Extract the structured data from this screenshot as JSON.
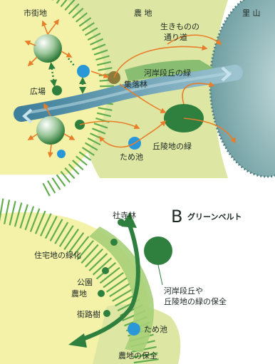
{
  "diagram_a": {
    "labels": {
      "city": "市街地",
      "farmland": "農 地",
      "satoyama": "里 山",
      "habitat_path_1": "生きものの",
      "habitat_path_2": "通り道",
      "plaza": "広場",
      "river_terrace_green": "河岸段丘の緑",
      "village_forest": "集落林",
      "hill_green": "丘陵地の緑",
      "pond": "ため池"
    }
  },
  "diagram_b": {
    "marker": "B",
    "title": "グリーンベルト",
    "labels": {
      "shrine_forest": "社寺林",
      "residential_green": "住宅地の緑化",
      "park": "公園",
      "farmland": "農地",
      "street_trees": "街路樹",
      "terrace_conservation_1": "河岸段丘や",
      "terrace_conservation_2": "丘陵地の緑の保全",
      "pond": "ため池",
      "farmland_conservation": "農地の保全"
    }
  },
  "colors": {
    "city_yellow": "#f4f1a8",
    "farm_green": "#dde7a3",
    "dark_green": "#2f7f3e",
    "river_blue": "#4f86a0",
    "satoyama_teal": "#8fb4b6",
    "orange_arrow": "#e87d2a",
    "pond_blue": "#2a97d8",
    "stripe_green": "#62ad4f",
    "village_brown": "#8b7c3c"
  }
}
